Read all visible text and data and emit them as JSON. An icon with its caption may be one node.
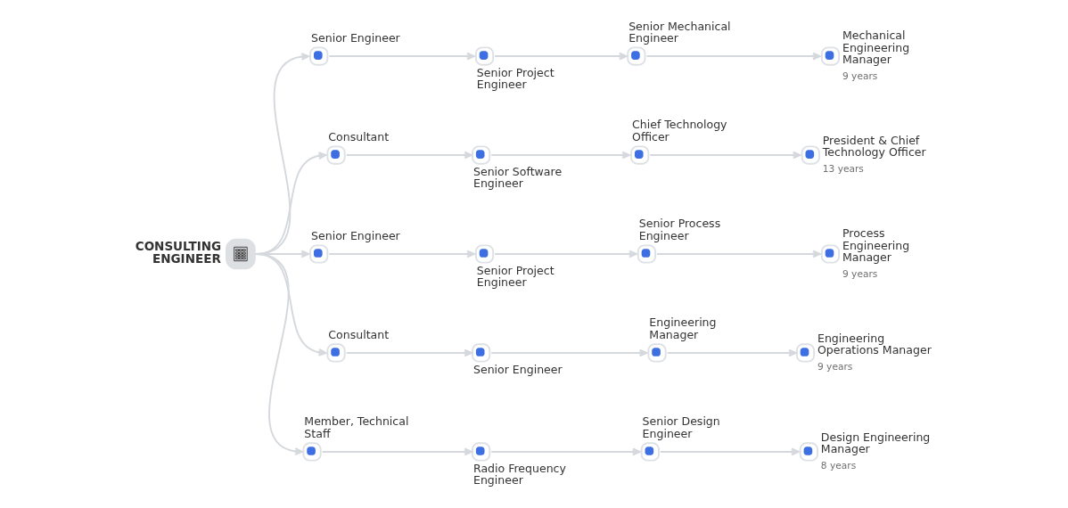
{
  "diagram": {
    "nodes": [
      {
        "text": [
          "CONSULTING ENGINEER"
        ]
      },
      {
        "text": [
          "Senior Engineer"
        ]
      },
      {
        "text": [
          "Senior Project Engineer"
        ]
      },
      {
        "text": [
          "Senior Mechanical Engineer"
        ]
      },
      {
        "text": [
          "Mechanical Engineering Manager"
        ],
        "beside": [
          "9 years"
        ]
      },
      {
        "text": [
          "Consultant"
        ]
      },
      {
        "text": [
          "Senior Software Engineer"
        ]
      },
      {
        "text": [
          "Chief Technology Officer"
        ]
      },
      {
        "text": [
          "President & Chief Technology Officer"
        ],
        "beside": [
          "13 years"
        ]
      },
      {
        "text": [
          "Senior Engineer"
        ]
      },
      {
        "text": [
          "Senior Project Engineer"
        ]
      },
      {
        "text": [
          "Senior Process Engineer"
        ]
      },
      {
        "text": [
          "Process Engineering Manager"
        ],
        "beside": [
          "9 years"
        ]
      },
      {
        "text": [
          "Consultant"
        ]
      },
      {
        "text": [
          "Senior Engineer"
        ]
      },
      {
        "text": [
          "Engineering Manager"
        ]
      },
      {
        "text": [
          "Engineering Operations Manager"
        ],
        "beside": [
          "9 years"
        ]
      },
      {
        "text": [
          "Member, Technical Staff"
        ]
      },
      {
        "text": [
          "Radio Frequency Engineer"
        ]
      },
      {
        "text": [
          "Senior Design Engineer"
        ]
      },
      {
        "text": [
          "Design Engineering Manager"
        ],
        "beside": [
          "8 years"
        ]
      }
    ],
    "edges": [
      {
        "from": 0,
        "to": 1,
        "arrow": "to"
      },
      {
        "from": 0,
        "to": 5,
        "arrow": "to"
      },
      {
        "from": 0,
        "to": 9,
        "arrow": "to"
      },
      {
        "from": 0,
        "to": 13,
        "arrow": "to"
      },
      {
        "from": 0,
        "to": 17,
        "arrow": "to"
      },
      {
        "from": 1,
        "to": 2,
        "arrow": "to"
      },
      {
        "from": 2,
        "to": 3,
        "arrow": "to"
      },
      {
        "from": 3,
        "to": 4,
        "arrow": "to"
      },
      {
        "from": 5,
        "to": 6,
        "arrow": "to"
      },
      {
        "from": 6,
        "to": 7,
        "arrow": "to"
      },
      {
        "from": 7,
        "to": 8,
        "arrow": "to"
      },
      {
        "from": 9,
        "to": 10,
        "arrow": "to"
      },
      {
        "from": 10,
        "to": 11,
        "arrow": "to"
      },
      {
        "from": 11,
        "to": 12,
        "arrow": "to"
      },
      {
        "from": 13,
        "to": 14,
        "arrow": "to"
      },
      {
        "from": 14,
        "to": 15,
        "arrow": "to"
      },
      {
        "from": 15,
        "to": 16,
        "arrow": "to"
      },
      {
        "from": 17,
        "to": 18,
        "arrow": "to"
      },
      {
        "from": 18,
        "to": 19,
        "arrow": "to"
      },
      {
        "from": 19,
        "to": 20,
        "arrow": "to"
      }
    ]
  }
}
